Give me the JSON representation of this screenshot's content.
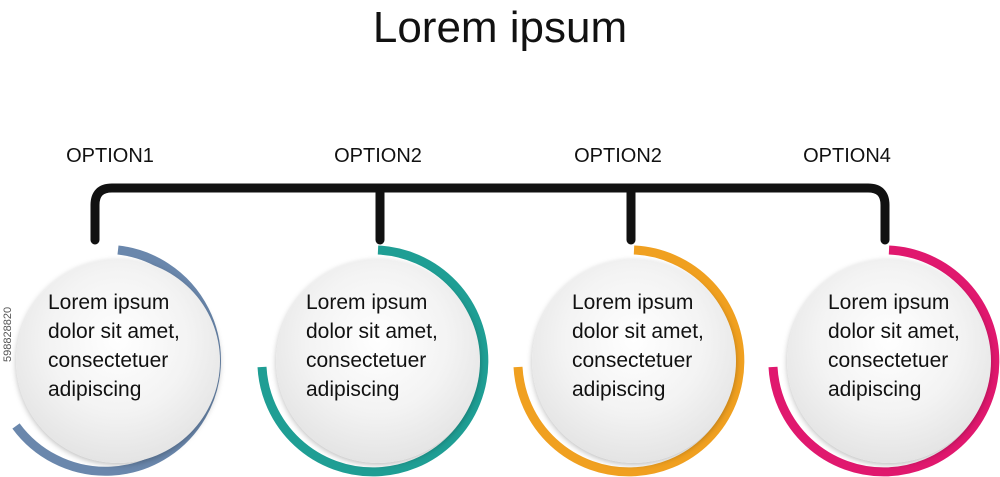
{
  "title": "Lorem ipsum",
  "options": [
    {
      "label": "OPTION1",
      "text": "Lorem ipsum dolor sit amet, consectetuer adipiscing",
      "color": "#6a87ac"
    },
    {
      "label": "OPTION2",
      "text": "Lorem ipsum dolor sit amet, consectetuer adipiscing",
      "color": "#1f9e94"
    },
    {
      "label": "OPTION2",
      "text": "Lorem ipsum dolor sit amet, consectetuer adipiscing",
      "color": "#f0a020"
    },
    {
      "label": "OPTION4",
      "text": "Lorem ipsum dolor sit amet, consectetuer adipiscing",
      "color": "#e0186e"
    }
  ],
  "watermark": "598828820"
}
